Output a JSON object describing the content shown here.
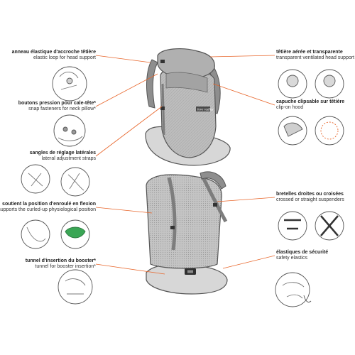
{
  "colors": {
    "leader": "#e8662b",
    "outline": "#555555",
    "fabric": "#b9b9b9",
    "fabric_dark": "#8e8e8e",
    "strap": "#7d7d7d",
    "padding": "#d6d6d6"
  },
  "callouts": {
    "left": [
      {
        "fr": "anneau élastique d'accroche têtière",
        "en": "elastic loop for head support"
      },
      {
        "fr": "boutons pression pour cale-tête*",
        "en": "snap fasteners for neck pillow*"
      },
      {
        "fr": "sangles de réglage latérales",
        "en": "lateral adjustment straps"
      },
      {
        "fr": "soutient la position d'enroulé en flexion",
        "en": "supports the curled-up physiological position"
      },
      {
        "fr": "tunnel d'insertion du booster*",
        "en": "tunnel for booster insertion*"
      }
    ],
    "right": [
      {
        "fr": "têtière aérée et transparente",
        "en": "transparent ventilated head support"
      },
      {
        "fr": "capuche clipsable sur têtière",
        "en": "clip-on hood"
      },
      {
        "fr": "bretelles droites ou croisées",
        "en": "crossed or straight suspenders"
      },
      {
        "fr": "élastiques de sécurité",
        "en": "safety elastics"
      }
    ]
  },
  "brand_label": "love radius"
}
